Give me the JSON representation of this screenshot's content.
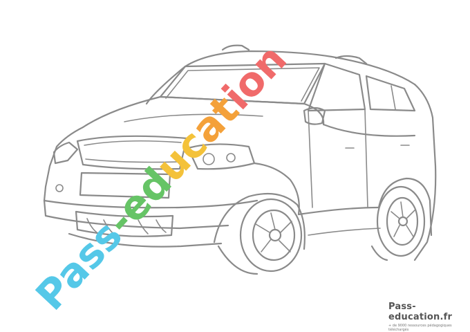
{
  "illustration": {
    "subject": "car-coloring-outline",
    "line_color": "#8a8a8a"
  },
  "watermark": {
    "text": "Pass-education",
    "colors": {
      "P": "#55c8e8",
      "a": "#55c8e8",
      "s1": "#55c8e8",
      "s2": "#55c8e8",
      "dash": "#66c466",
      "e": "#66c466",
      "d": "#66c466",
      "u": "#f4c23a",
      "c": "#f4c23a",
      "a2": "#f4a13a",
      "t": "#f4a13a",
      "i": "#f06a6a",
      "o": "#f06a6a",
      "n": "#f06a6a"
    }
  },
  "footer": {
    "brand": "Pass-education.fr",
    "tagline": "+ de 9000 ressources pédagogiques téléchargés"
  }
}
